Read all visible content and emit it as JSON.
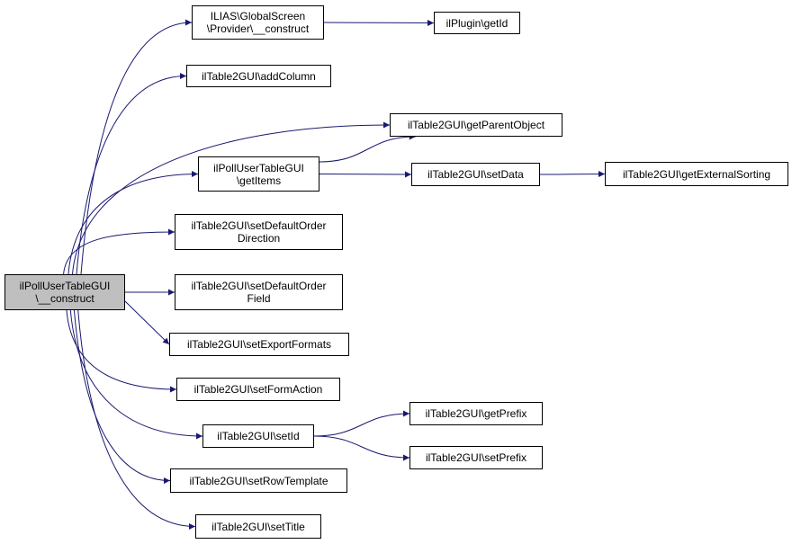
{
  "diagram": {
    "colors": {
      "edge": "#191970",
      "root_fill": "#bfbfbf",
      "node_fill": "#ffffff",
      "border": "#000000"
    },
    "nodes": {
      "root": {
        "line1": "ilPollUserTableGUI",
        "line2": "\\__construct"
      },
      "provider_construct": {
        "line1": "ILIAS\\GlobalScreen",
        "line2": "\\Provider\\__construct"
      },
      "plugin_getid": {
        "line1": "ilPlugin\\getId"
      },
      "add_column": {
        "line1": "ilTable2GUI\\addColumn"
      },
      "get_parent_object": {
        "line1": "ilTable2GUI\\getParentObject"
      },
      "get_items": {
        "line1": "ilPollUserTableGUI",
        "line2": "\\getItems"
      },
      "set_data": {
        "line1": "ilTable2GUI\\setData"
      },
      "get_external_sorting": {
        "line1": "ilTable2GUI\\getExternalSorting"
      },
      "set_default_order_direction": {
        "line1": "ilTable2GUI\\setDefaultOrder",
        "line2": "Direction"
      },
      "set_default_order_field": {
        "line1": "ilTable2GUI\\setDefaultOrder",
        "line2": "Field"
      },
      "set_export_formats": {
        "line1": "ilTable2GUI\\setExportFormats"
      },
      "set_form_action": {
        "line1": "ilTable2GUI\\setFormAction"
      },
      "set_id": {
        "line1": "ilTable2GUI\\setId"
      },
      "get_prefix": {
        "line1": "ilTable2GUI\\getPrefix"
      },
      "set_prefix": {
        "line1": "ilTable2GUI\\setPrefix"
      },
      "set_row_template": {
        "line1": "ilTable2GUI\\setRowTemplate"
      },
      "set_title": {
        "line1": "ilTable2GUI\\setTitle"
      }
    },
    "edges": [
      [
        "root",
        "provider_construct"
      ],
      [
        "root",
        "add_column"
      ],
      [
        "root",
        "get_parent_object"
      ],
      [
        "root",
        "get_items"
      ],
      [
        "root",
        "set_default_order_direction"
      ],
      [
        "root",
        "set_default_order_field"
      ],
      [
        "root",
        "set_export_formats"
      ],
      [
        "root",
        "set_form_action"
      ],
      [
        "root",
        "set_id"
      ],
      [
        "root",
        "set_row_template"
      ],
      [
        "root",
        "set_title"
      ],
      [
        "provider_construct",
        "plugin_getid"
      ],
      [
        "get_items",
        "get_parent_object"
      ],
      [
        "get_items",
        "set_data"
      ],
      [
        "set_data",
        "get_external_sorting"
      ],
      [
        "set_id",
        "get_prefix"
      ],
      [
        "set_id",
        "set_prefix"
      ]
    ]
  }
}
